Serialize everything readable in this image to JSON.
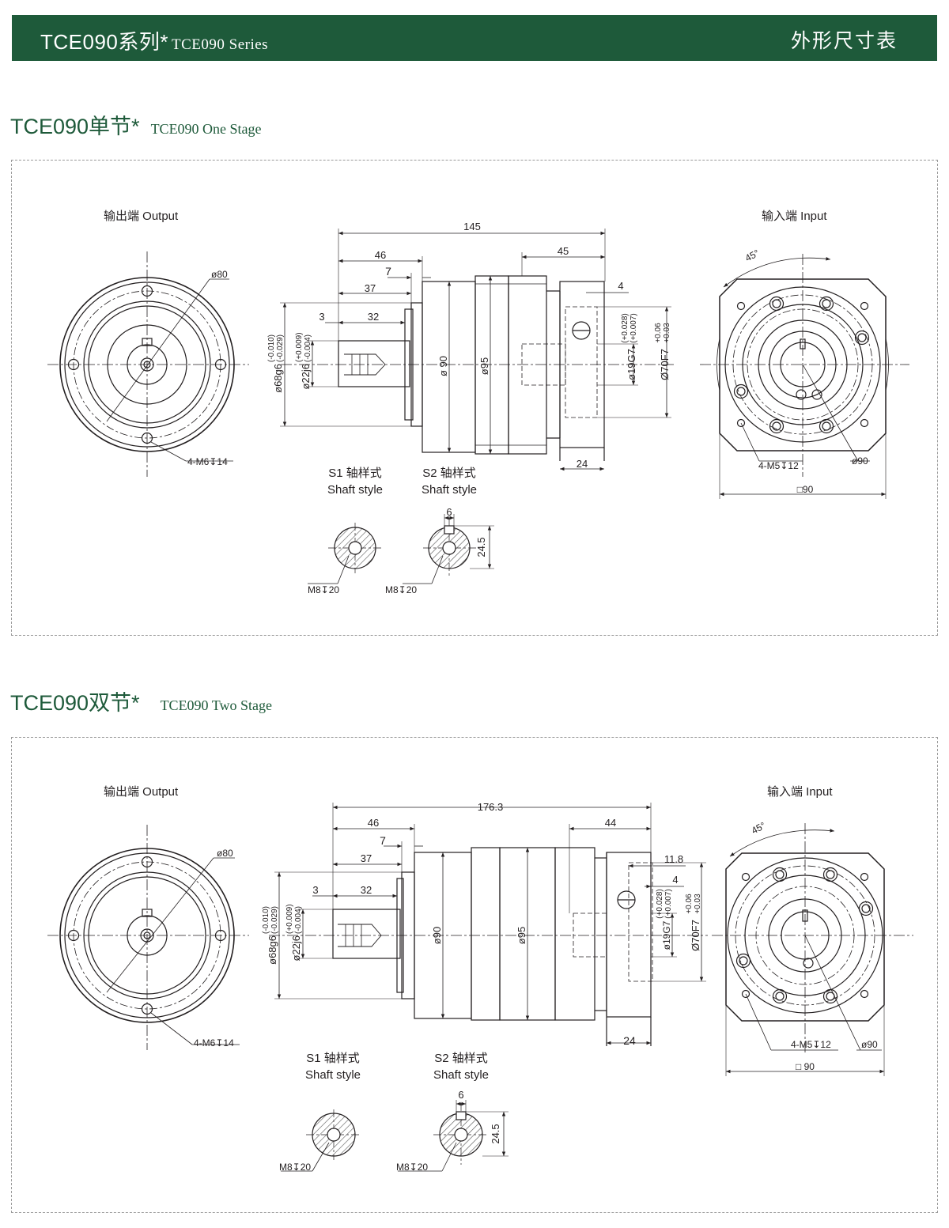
{
  "header": {
    "title_zh": "TCE090系列*",
    "title_en": "TCE090 Series",
    "right_title": "外形尺寸表"
  },
  "one_stage": {
    "heading_zh": "TCE090单节*",
    "heading_en": "TCE090 One Stage",
    "output_label": "输出端 Output",
    "input_label": "输入端 Input",
    "dims": {
      "total_length": "145",
      "d46": "46",
      "d7": "7",
      "d37": "37",
      "d3": "3",
      "d32": "32",
      "d45": "45",
      "d4": "4",
      "d24": "24",
      "shaft_dia": "ø22j6",
      "shaft_tol": [
        "(+0.009)",
        "(-0.004)"
      ],
      "pilot_dia": "ø68g6",
      "pilot_tol": [
        "(-0.010)",
        "(-0.029)"
      ],
      "body_dia1": "ø 90",
      "body_dia2": "ø95",
      "input_bore": "ø19G7",
      "input_bore_tol": [
        "(+0.028)",
        "(+0.007)"
      ],
      "input_pilot": "Ø70F7",
      "input_pilot_tol": [
        "+0.06",
        "+0.03"
      ],
      "output_pcd": "ø80",
      "output_holes": "4-M6↧14",
      "input_holes": "4-M5↧12",
      "input_pcd": "ø90",
      "square": "□90",
      "angle": "45°",
      "key_width": "6",
      "key_height": "24.5",
      "center_tap": "M8↧20"
    },
    "shaft": {
      "s1_title": "S1 轴样式",
      "s1_sub": "Shaft style",
      "s2_title": "S2 轴样式",
      "s2_sub": "Shaft style"
    }
  },
  "two_stage": {
    "heading_zh": "TCE090双节*",
    "heading_en": "TCE090 Two Stage",
    "output_label": "输出端 Output",
    "input_label": "输入端 Input",
    "dims": {
      "total_length": "176.3",
      "d46": "46",
      "d7": "7",
      "d37": "37",
      "d3": "3",
      "d32": "32",
      "d44": "44",
      "d11_8": "11.8",
      "d4": "4",
      "d24": "24",
      "shaft_dia": "ø22j6",
      "shaft_tol": [
        "(+0.009)",
        "(-0.004)"
      ],
      "pilot_dia": "ø68g6",
      "pilot_tol": [
        "(-0.010)",
        "(-0.029)"
      ],
      "body_dia1": "ø90",
      "body_dia2": "ø95",
      "input_bore": "ø19G7",
      "input_bore_tol": [
        "(+0.028)",
        "(+0.007)"
      ],
      "input_pilot": "Ø70F7",
      "input_pilot_tol": [
        "+0.06",
        "+0.03"
      ],
      "output_pcd": "ø80",
      "output_holes": "4-M6↧14",
      "input_holes": "4-M5↧12",
      "input_pcd": "ø90",
      "square": "□ 90",
      "angle": "45°",
      "key_width": "6",
      "key_height": "24.5",
      "center_tap": "M8↧20"
    },
    "shaft": {
      "s1_title": "S1 轴样式",
      "s1_sub": "Shaft style",
      "s2_title": "S2 轴样式",
      "s2_sub": "Shaft style"
    }
  },
  "colors": {
    "brand_green": "#1e5a3a",
    "line": "#231f20",
    "hatch": "#555555",
    "dash_border": "#9a9a9a"
  }
}
